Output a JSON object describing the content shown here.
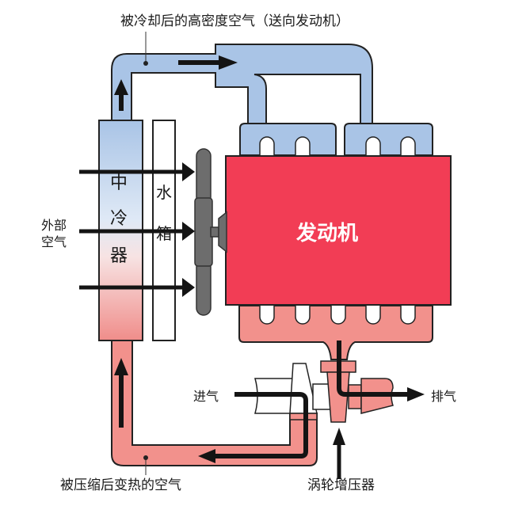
{
  "labels": {
    "cooled_air": "被冷却后的高密度空气（送向发动机）",
    "outside_air_line1": "外部",
    "outside_air_line2": "空气",
    "intercooler": [
      "中",
      "冷",
      "器"
    ],
    "radiator": [
      "水",
      "箱"
    ],
    "engine": "发动机",
    "intake": "进气",
    "exhaust": "排气",
    "hot_air": "被压缩后变热的空气",
    "turbocharger": "涡轮增压器"
  },
  "colors": {
    "cool_pipe": "#a9c4e6",
    "hot_pipe": "#f2918c",
    "engine": "#f23d55",
    "fan": "#6d6d6d",
    "outline": "#222222",
    "arrow": "#141414"
  }
}
